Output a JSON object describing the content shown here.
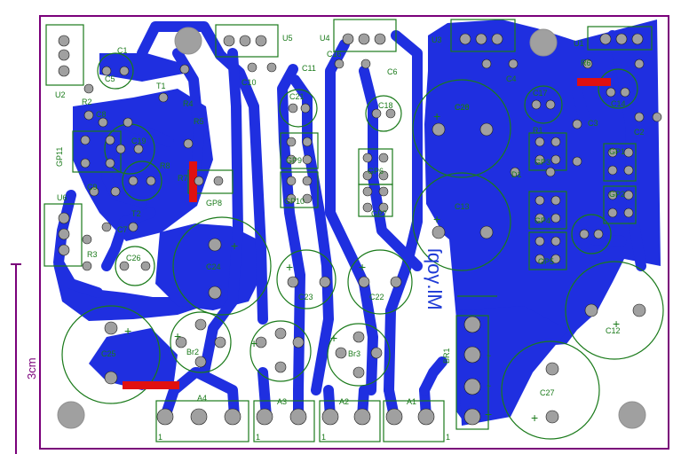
{
  "board": {
    "signature": "ſqoγ.lM",
    "scale_label": "3cm",
    "colors": {
      "copper": "#1f2fe0",
      "silkscreen": "#1a7a1a",
      "outline": "#7a007a",
      "pad": "#a0a0a0",
      "jumper": "#e01010"
    }
  },
  "labels": {
    "u1": "U1",
    "u2": "U2",
    "u3": "U3",
    "u4": "U4",
    "u5": "U5",
    "u6": "U6",
    "c1": "C1",
    "c2": "C2",
    "c3": "C3",
    "c4": "C4",
    "c5": "C5",
    "c6": "C6",
    "c7": "C7",
    "c8": "C8",
    "c9": "C9",
    "c10": "C10",
    "c11": "C11",
    "c12": "C12",
    "c13": "C13",
    "c14": "C14",
    "c16": "C16",
    "c17": "C17",
    "c18": "C18",
    "c19": "C19",
    "c20": "C20",
    "c21": "C21",
    "c22": "C22",
    "c23": "C23",
    "c24": "C24",
    "c25": "C25",
    "c26": "C26",
    "c27": "C27",
    "c28": "C28",
    "r1": "R1",
    "r2": "R2",
    "r3": "R3",
    "r4": "R4",
    "r5": "R5",
    "r6": "R6",
    "r7": "R7",
    "r8": "R8",
    "t1": "T1",
    "t2": "T2",
    "d1": "D1",
    "gp1": "GP1",
    "gp2": "GP2",
    "gp3": "GP3",
    "gp4": "GP4",
    "gp5": "GP5",
    "gp6": "GP6",
    "gp7": "GP7",
    "gp8": "GP8",
    "gp9": "GP9",
    "gp10": "GP10",
    "gp11": "GP11",
    "a1": "A1",
    "a2": "A2",
    "a3": "A3",
    "a4": "A4",
    "br1": "BR1",
    "br2": "Br2",
    "br3": "Br3",
    "p1": "1",
    "p2": "1",
    "p3": "1",
    "p4": "1",
    "plus": "+",
    "tilde": "~"
  }
}
